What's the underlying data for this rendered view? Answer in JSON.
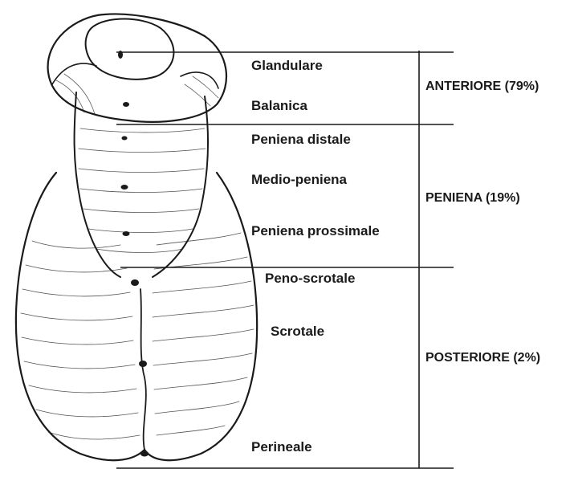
{
  "diagram": {
    "sublocations": {
      "glandulare": "Glandulare",
      "balanica": "Balanica",
      "peniena_distale": "Peniena distale",
      "medio_peniena": "Medio-peniena",
      "peniena_prossimale": "Peniena prossimale",
      "peno_scrotale": "Peno-scrotale",
      "scrotale": "Scrotale",
      "perineale": "Perineale"
    },
    "categories": {
      "anteriore": "ANTERIORE (79%)",
      "peniena": "PENIENA (19%)",
      "posteriore": "POSTERIORE (2%)"
    }
  },
  "colors": {
    "ink": "#1a1a1a",
    "background": "#ffffff"
  }
}
